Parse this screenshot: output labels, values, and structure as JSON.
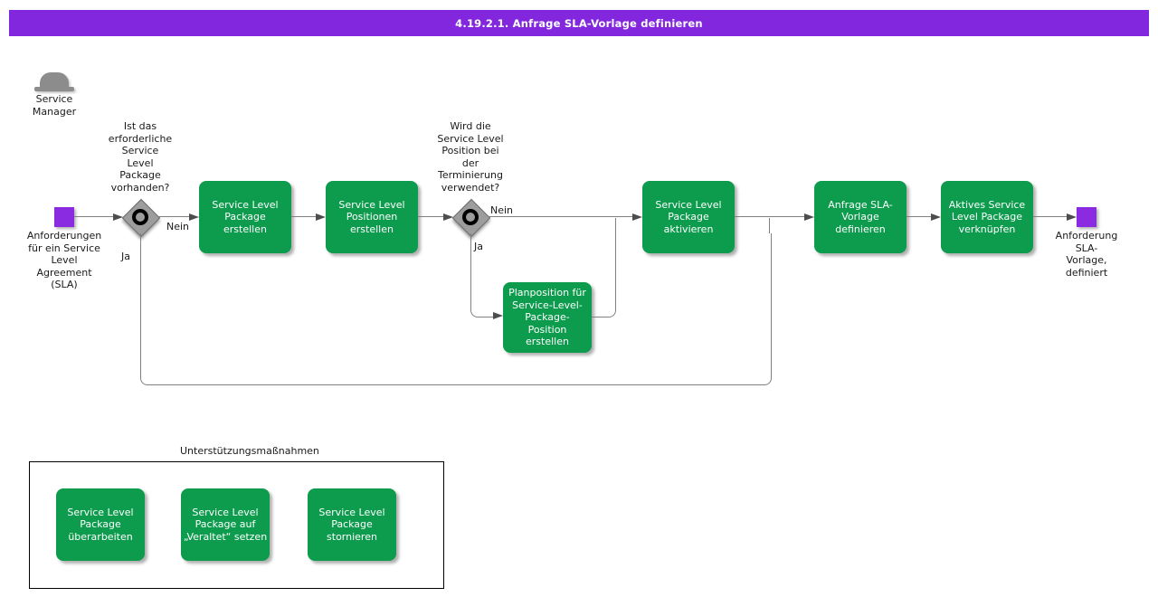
{
  "title": "4.19.2.1. Anfrage SLA-Vorlage definieren",
  "actor": {
    "label": "Service\nManager"
  },
  "events": {
    "start": {
      "label": "Anforderungen\nfür ein Service\nLevel\nAgreement\n(SLA)"
    },
    "end": {
      "label": "Anforderung\nSLA-\nVorlage,\ndefiniert"
    }
  },
  "decisions": [
    {
      "question": "Ist das\nerforderliche\nService\nLevel\nPackage\nvorhanden?",
      "yes_label": "Ja",
      "no_label": "Nein"
    },
    {
      "question": "Wird die\nService Level\nPosition bei\nder\nTerminierung\nverwendet?",
      "yes_label": "Ja",
      "no_label": "Nein"
    }
  ],
  "tasks": [
    {
      "label": "Service Level\nPackage\nerstellen"
    },
    {
      "label": "Service Level\nPositionen\nerstellen"
    },
    {
      "label": "Planposition für\nService-Level-\nPackage-\nPosition\nerstellen"
    },
    {
      "label": "Service Level\nPackage\naktivieren"
    },
    {
      "label": "Anfrage SLA-\nVorlage\ndefinieren"
    },
    {
      "label": "Aktives Service\nLevel Package\nverknüpfen"
    }
  ],
  "support": {
    "title": "Unterstützungsmaßnahmen",
    "tasks": [
      {
        "label": "Service Level\nPackage\nüberarbeiten"
      },
      {
        "label": "Service Level\nPackage auf\n„Veraltet“ setzen"
      },
      {
        "label": "Service Level\nPackage\nstornieren"
      }
    ]
  },
  "colors": {
    "title_bar": "#8327DE",
    "event": "#8A2BE2",
    "task": "#0D9B4D",
    "line": "#808080"
  }
}
